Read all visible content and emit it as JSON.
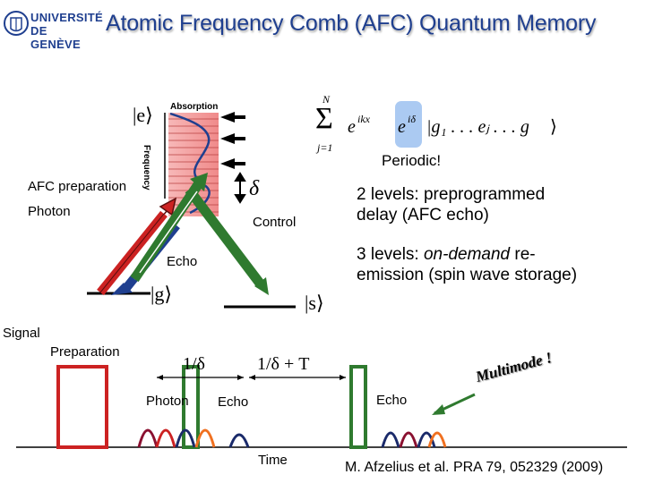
{
  "title": "Atomic Frequency Comb (AFC) Quantum Memory",
  "logo": {
    "line1": "UNIVERSITÉ",
    "line2": "DE GENÈVE"
  },
  "levels": {
    "e": "|e⟩",
    "g": "|g⟩",
    "s": "|s⟩"
  },
  "absorption_label": "Absorption",
  "frequency_label": "Frequency",
  "delta_symbol": "δ",
  "formula": {
    "sum": "Σ",
    "upper": "N",
    "lower": "j=1",
    "phase1": "e",
    "phase1_exp": "ikx",
    "phase2": "e",
    "phase2_exp": "iδ",
    "ket": "|g₁ . . . eⱼ . . . g",
    "ket_end": "⟩"
  },
  "periodic": "Periodic!",
  "labels": {
    "afc_preparation": "AFC preparation",
    "photon": "Photon",
    "control": "Control",
    "echo": "Echo"
  },
  "text_2levels": {
    "line1": "2 levels: preprogrammed",
    "line2": "delay (AFC echo)"
  },
  "text_3levels": {
    "pre": "3 levels: ",
    "em": "on-demand",
    "post": " re-",
    "line2": "emission (spin wave storage)"
  },
  "timing": {
    "signal": "Signal",
    "preparation": "Preparation",
    "inv_delta": "1/δ",
    "inv_delta_T": "1/δ + T",
    "photon": "Photon",
    "echo1": "Echo",
    "echo2": "Echo",
    "time": "Time",
    "multimode": "Multimode !"
  },
  "citation": "M. Afzelius et al. PRA 79, 052329 (2009)",
  "colors": {
    "title": "#1f3f8f",
    "red": "#cc2222",
    "pink": "#f39a9a",
    "green": "#2f7a2f",
    "blue": "#1f3f8f",
    "orange": "#f07020",
    "darkblue": "#1a2a6a",
    "darkred": "#8a1030"
  }
}
